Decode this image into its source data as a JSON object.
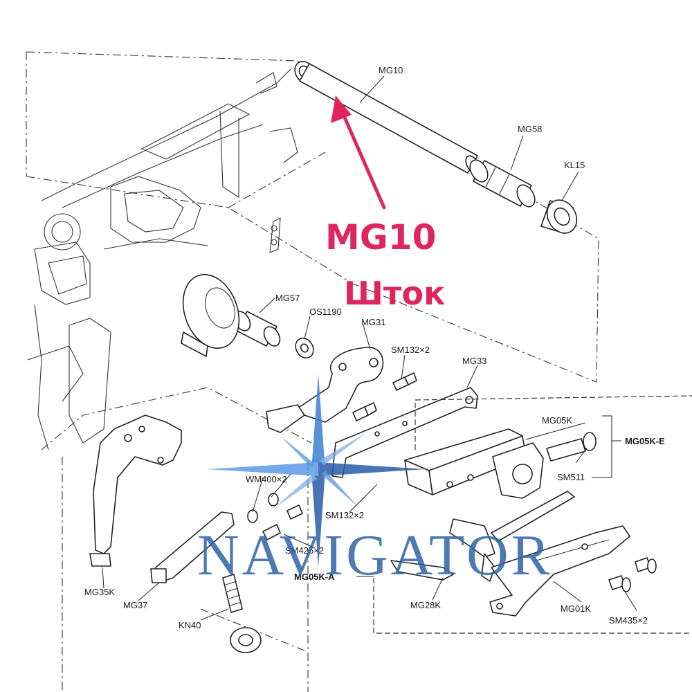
{
  "highlight": {
    "code": "MG10",
    "name": "Шток",
    "color": "#e0245e"
  },
  "watermark": {
    "brand": "NAVIGATOR",
    "color": "#2f63a8",
    "star_color": "#3b7fd1"
  },
  "labels": {
    "mg10": "MG10",
    "mg58": "MG58",
    "kl15": "KL15",
    "mg57": "MG57",
    "os1190": "OS1190",
    "mg31": "MG31",
    "sm132_top": "SM132×2",
    "mg33": "MG33",
    "mg05k": "MG05K",
    "mg05k_e": "MG05K-E",
    "sm511": "SM511",
    "wm400": "WM400×2",
    "sm132_mid": "SM132×2",
    "sm425": "SM425×2",
    "mg05k_a": "MG05K-A",
    "mg35k": "MG35K",
    "mg37": "MG37",
    "kn40": "KN40",
    "mg28k": "MG28K",
    "mg01k": "MG01K",
    "sm435": "SM435×2"
  }
}
